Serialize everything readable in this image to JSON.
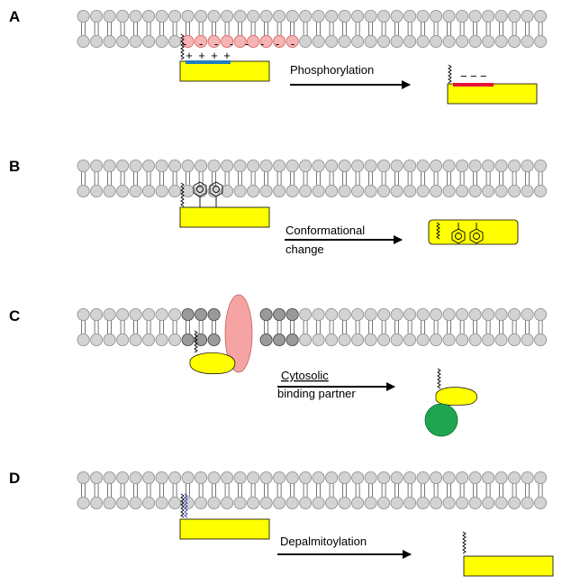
{
  "panels": [
    {
      "letter": "A",
      "process": "Phosphorylation"
    },
    {
      "letter": "B",
      "process_line1": "Conformational",
      "process_line2": "change"
    },
    {
      "letter": "C",
      "process_line1": "Cytosolic",
      "process_line2": "binding partner"
    },
    {
      "letter": "D",
      "process": "Depalmitoylation"
    }
  ],
  "symbols": {
    "minus": "-",
    "plus": "+",
    "dash": "−"
  },
  "colors": {
    "lipid_head": "#d3d3d3",
    "lipid_head_stroke": "#8c8c8c",
    "acidic_lipid": "#f7b4b4",
    "acidic_lipid_stroke": "#d06060",
    "raft_lipid": "#9a9a9a",
    "protein": "#ffff00",
    "basic_region": "#1f7fbf",
    "phospho_region": "#e8103a",
    "transmembrane": "#f6a3a3",
    "binding_partner": "#1fa550"
  }
}
